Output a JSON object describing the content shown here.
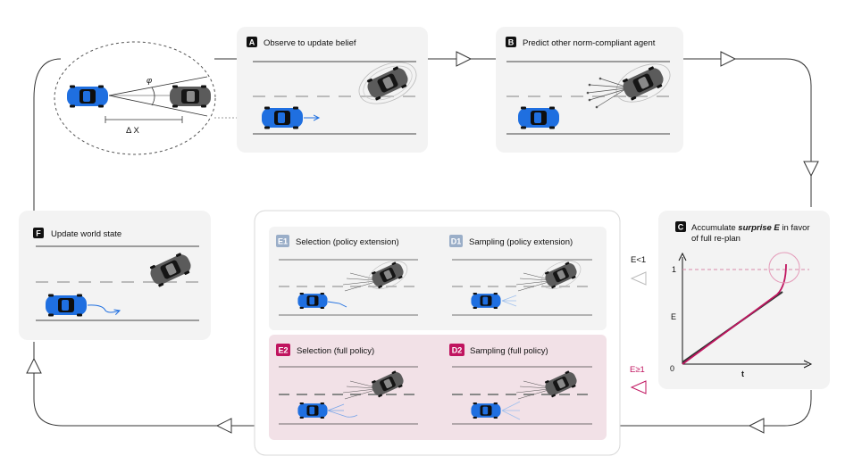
{
  "panels": {
    "A": {
      "badge": "A",
      "title": "Observe to update belief"
    },
    "B": {
      "badge": "B",
      "title": "Predict other norm-compliant agent"
    },
    "C": {
      "badge": "C",
      "title_line1_pre": "Accumulate ",
      "title_line1_em": "surprise E",
      "title_line1_post": " in favor",
      "title_line2": "of full re-plan"
    },
    "F": {
      "badge": "F",
      "title": "Update world state"
    },
    "E1": {
      "badge": "E1",
      "title": "Selection (policy extension)"
    },
    "D1": {
      "badge": "D1",
      "title": "Sampling (policy extension)"
    },
    "E2": {
      "badge": "E2",
      "title": "Selection (full policy)"
    },
    "D2": {
      "badge": "D2",
      "title": "Sampling (full policy)"
    }
  },
  "observation": {
    "angle_symbol": "φ",
    "distance_symbol": "Δ X"
  },
  "surprise_plot": {
    "y_axis_label": "E",
    "x_axis_label": "t",
    "y_tick_1": "1",
    "origin_label": "0"
  },
  "conditions": {
    "low": "E<1",
    "high": "E≥1"
  },
  "colors": {
    "blue_car": "#1f6fe0",
    "gray_car": "#555555",
    "magenta": "#c0145f",
    "pink_bg": "#f2e1e7",
    "panel_bg": "#f3f3f3",
    "badge_light": "#9aaec8"
  }
}
